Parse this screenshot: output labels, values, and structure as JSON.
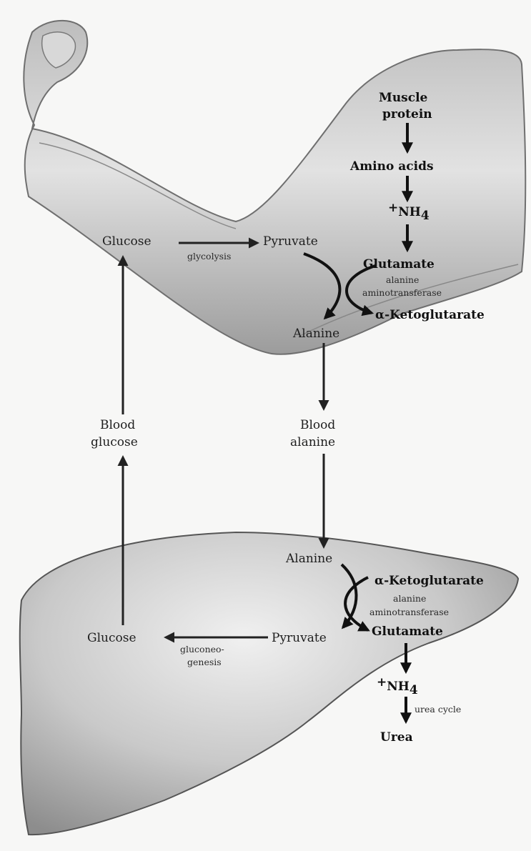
{
  "muscle": {
    "muscle_protein_1": "Muscle",
    "muscle_protein_2": "protein",
    "amino_acids": "Amino acids",
    "nh4_sup": "+",
    "nh4_main": "NH",
    "nh4_sub": "4",
    "glutamate": "Glutamate",
    "enzyme_1": "alanine",
    "enzyme_2": "aminotransferase",
    "alpha": "α",
    "ketoglutarate": "-Ketoglutarate",
    "glucose": "Glucose",
    "pyruvate": "Pyruvate",
    "glycolysis": "glycolysis",
    "alanine": "Alanine"
  },
  "blood": {
    "glucose_1": "Blood",
    "glucose_2": "glucose",
    "alanine_1": "Blood",
    "alanine_2": "alanine"
  },
  "liver": {
    "alanine": "Alanine",
    "alpha": "α",
    "ketoglutarate": "-Ketoglutarate",
    "enzyme_1": "alanine",
    "enzyme_2": "aminotransferase",
    "glutamate": "Glutamate",
    "pyruvate": "Pyruvate",
    "glucose": "Glucose",
    "gluconeo_1": "gluconeo-",
    "gluconeo_2": "genesis",
    "nh4_sup": "+",
    "nh4_main": "NH",
    "nh4_sub": "4",
    "urea_cycle": "urea cycle",
    "urea": "Urea"
  }
}
